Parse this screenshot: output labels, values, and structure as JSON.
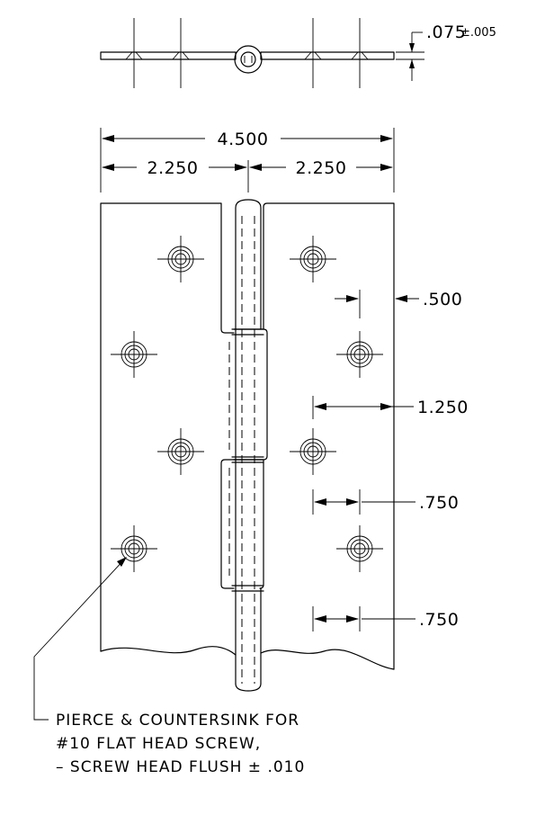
{
  "dimensions": {
    "thickness": ".075",
    "thickness_tol": "±.005",
    "overall_width": "4.500",
    "half_width_left": "2.250",
    "half_width_right": "2.250",
    "edge_offset": ".500",
    "center_offset": "1.250",
    "spacing_upper": ".750",
    "spacing_lower": ".750"
  },
  "note": {
    "line1": "PIERCE & COUNTERSINK FOR",
    "line2": "#10 FLAT HEAD SCREW,",
    "line3": "– SCREW HEAD FLUSH ± .010"
  }
}
